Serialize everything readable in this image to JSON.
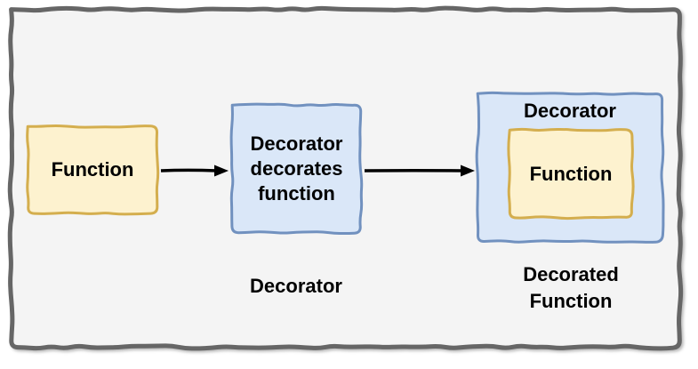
{
  "diagram": {
    "nodes": {
      "function": {
        "label": "Function"
      },
      "process": {
        "lines": [
          "Decorator",
          "decorates",
          "function"
        ],
        "caption": "Decorator"
      },
      "decorated": {
        "title": "Decorator",
        "inner_label": "Function",
        "caption": "Decorated Function"
      }
    },
    "colors": {
      "yellow_fill": "#FDF2CF",
      "yellow_border": "#D4AE4E",
      "blue_fill": "#DAE7F8",
      "blue_border": "#7191BF",
      "frame_border": "#666666",
      "canvas_fill": "#F4F4F4",
      "arrow": "#000000",
      "text": "#000000"
    }
  }
}
